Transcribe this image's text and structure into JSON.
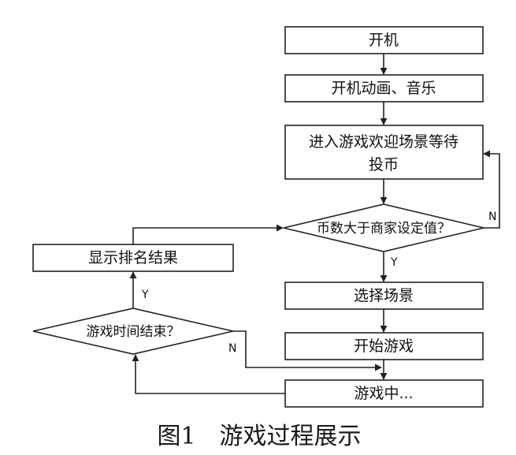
{
  "nodes": {
    "power_on": "开机",
    "boot_animation": "开机动画、音乐",
    "welcome_line1": "进入游戏欢迎场景等待",
    "welcome_line2": "投币",
    "coin_check": "币数大于商家设定值？",
    "select_scene": "选择场景",
    "start_game": "开始游戏",
    "in_game": "游戏中...",
    "time_check": "游戏时间结束？",
    "show_ranking": "显示排名结果"
  },
  "labels": {
    "coin_no": "N",
    "coin_yes": "Y",
    "time_yes": "Y",
    "time_no": "N"
  },
  "caption": "图1　游戏过程展示"
}
